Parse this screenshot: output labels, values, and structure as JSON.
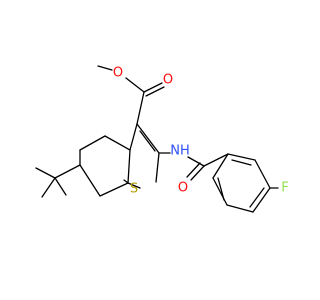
{
  "structure": {
    "atoms": {
      "O1": {
        "symbol": "O",
        "color": "#ff0d0d"
      },
      "O2": {
        "symbol": "O",
        "color": "#ff0d0d"
      },
      "N": {
        "symbol": "NH",
        "color": "#3050f8"
      },
      "S": {
        "symbol": "S",
        "color": "#b2a100"
      },
      "O3": {
        "symbol": "O",
        "color": "#ff0d0d"
      },
      "F": {
        "symbol": "F",
        "color": "#90e050"
      }
    },
    "bond_color": "#000000",
    "background": "#ffffff"
  }
}
